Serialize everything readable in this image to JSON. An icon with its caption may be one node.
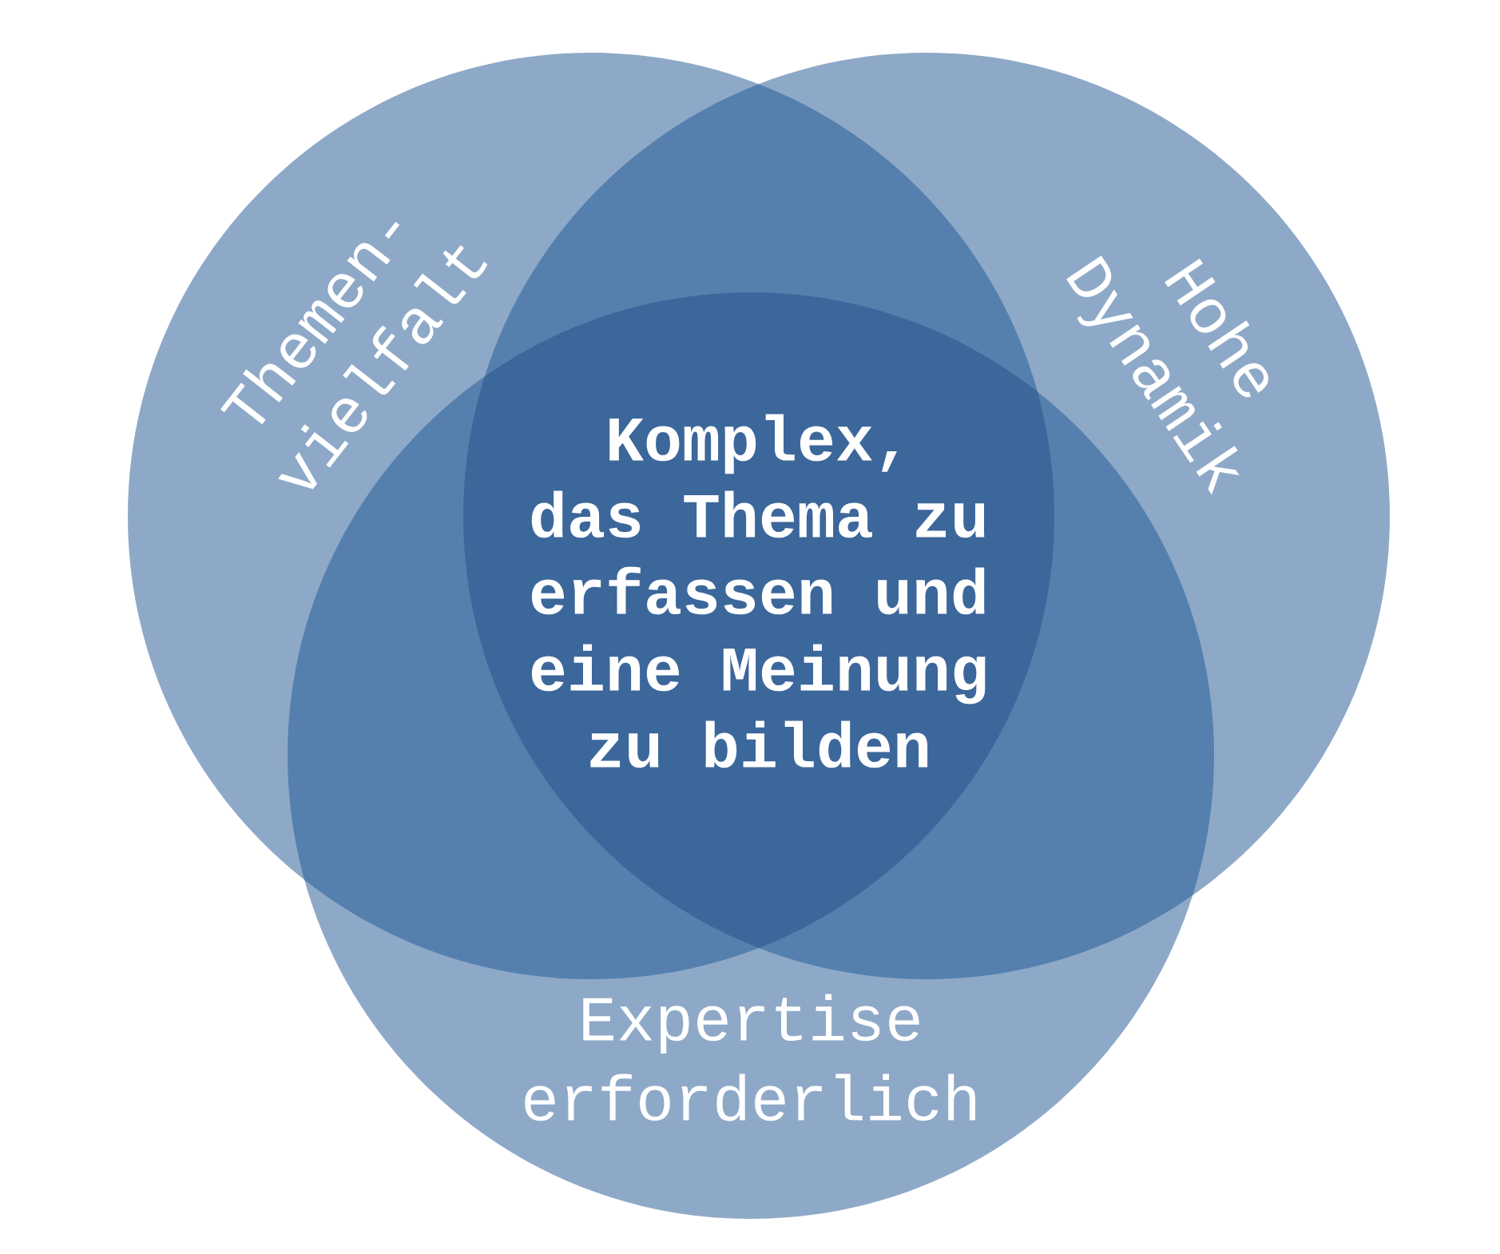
{
  "diagram": {
    "nodes": [
      {
        "text": [
          "Themen- vielfalt"
        ]
      },
      {
        "text": [
          "Hohe Dynamik"
        ]
      },
      {
        "text": [
          "Expertise erforderlich"
        ]
      }
    ],
    "labels": [
      "Komplex, das Thema zu erfassen und eine Meinung zu bilden"
    ]
  }
}
